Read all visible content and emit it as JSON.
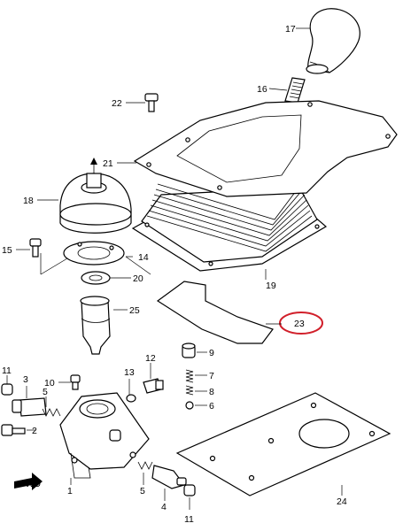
{
  "labels": {
    "p1": "1",
    "p2": "2",
    "p3": "3",
    "p4": "4",
    "p5a": "5",
    "p5b": "5",
    "p6": "6",
    "p7": "7",
    "p8": "8",
    "p9": "9",
    "p10": "10",
    "p11a": "11",
    "p11b": "11",
    "p12": "12",
    "p13": "13",
    "p14": "14",
    "p15": "15",
    "p16": "16",
    "p17": "17",
    "p18": "18",
    "p19": "19",
    "p20": "20",
    "p21": "21",
    "p22": "22",
    "p23": "23",
    "p24": "24",
    "p25": "25"
  },
  "fwd": "FWD",
  "colors": {
    "highlight": "#d11f2a",
    "line": "#000000"
  }
}
